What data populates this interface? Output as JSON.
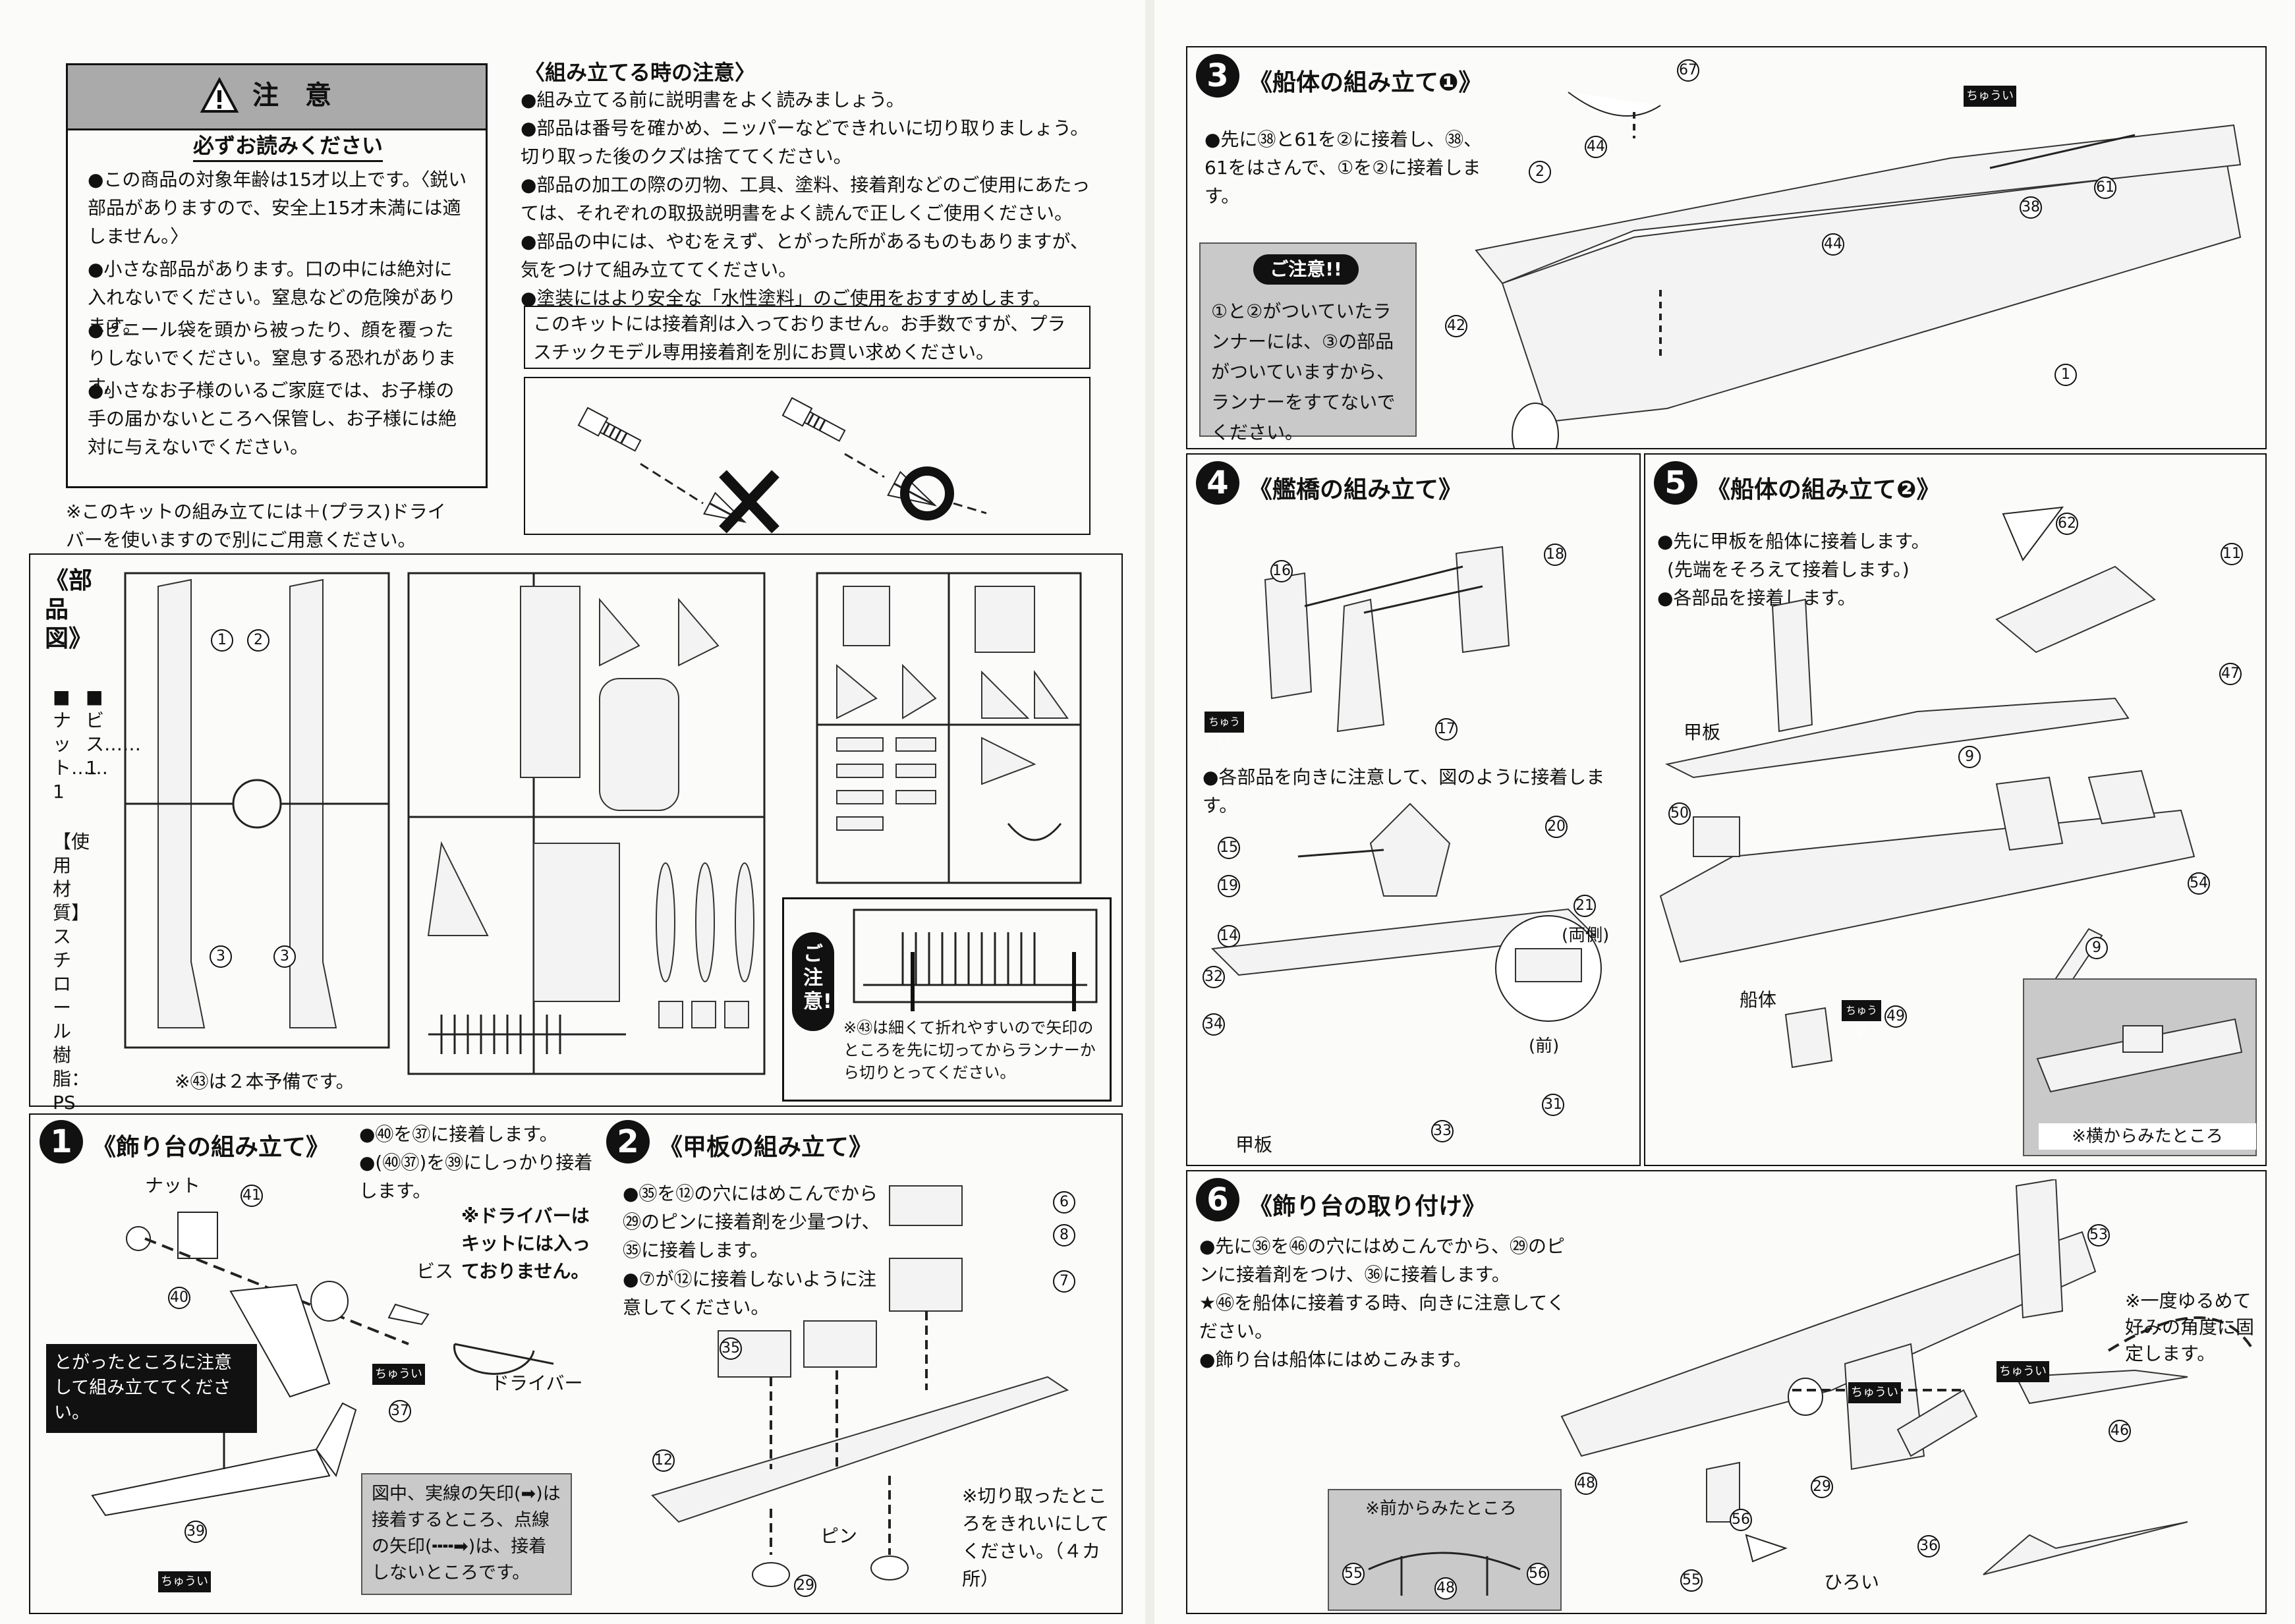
{
  "caution_box": {
    "heading": "注　意",
    "subheading": "必ずお読みください",
    "items": [
      "●この商品の対象年齢は15才以上です。〈鋭い部品がありますので、安全上15才未満には適しません。〉",
      "●小さな部品があります。口の中には絶対に入れないでください。窒息などの危険があります。",
      "●ビニール袋を頭から被ったり、顔を覆ったりしないでください。窒息する恐れがあります。",
      "●小さなお子様のいるご家庭では、お子様の手の届かないところへ保管し、お子様には絶対に与えないでください。"
    ],
    "driver_note": "※このキットの組み立てには＋(プラス)ドライバーを使いますので別にご用意ください。"
  },
  "assembly_notes": {
    "heading": "〈組み立てる時の注意〉",
    "items": [
      "●組み立てる前に説明書をよく読みましょう。",
      "●部品は番号を確かめ、ニッパーなどできれいに切り取りましょう。切り取った後のクズは捨ててください。",
      "●部品の加工の際の刃物、工具、塗料、接着剤などのご使用にあたっては、それぞれの取扱説明書をよく読んで正しくご使用ください。",
      "●部品の中には、やむをえず、とがった所があるものもありますが、気をつけて組み立ててください。",
      "●塗装にはより安全な「水性塗料」のご使用をおすすめします。"
    ],
    "glue_note": "このキットには接着剤は入っておりません。お手数ですが、プラスチックモデル専用接着剤を別にお買い求めください。"
  },
  "parts_list": {
    "title": "《部品図》",
    "screw": "■ビス……1",
    "nut": "■ナット……1",
    "material": "【使用材質】スチロール樹脂：PS",
    "spare_note": "※㊸は２本予備です。",
    "caution_label": "ご注意!!",
    "caution_text": "※㊸は細くて折れやすいので矢印のところを先に切ってからランナーから切りとってください。"
  },
  "step1": {
    "number": "1",
    "title": "《飾り台の組み立て》",
    "lines": [
      "●㊵を㊲に接着します。",
      "●(㊵㊲)を㊴にしっかり接着します。"
    ],
    "driver_warning": "※ドライバーはキットには入っておりません。",
    "labels": {
      "nut": "ナット",
      "screw": "ビス",
      "driver": "ドライバー"
    },
    "sharp_note": "とがったところに注意して組み立ててください。",
    "arrow_legend": "図中、実線の矢印(➡)は接着するところ、点線の矢印(╍╍➡)は、接着しないところです。"
  },
  "step2": {
    "number": "2",
    "title": "《甲板の組み立て》",
    "lines": [
      "●㉟を⑫の穴にはめこんでから㉙のピンに接着剤を少量つけ、㉟に接着します。",
      "●⑦が⑫に接着しないように注意してください。"
    ],
    "pin_label": "ピン",
    "cut_note": "※切り取ったところをきれいにしてください。（４カ所）"
  },
  "step3": {
    "number": "3",
    "title": "《船体の組み立て❶》",
    "lines": [
      "●先に㊳と61を②に接着し、㊳、61をはさんで、①を②に接着します。"
    ],
    "caution_label": "ご注意!!",
    "caution_text": "①と②がついていたランナーには、③の部品がついていますから、ランナーをすてないでください。"
  },
  "step4": {
    "number": "4",
    "title": "《艦橋の組み立て》",
    "lines": [
      "●各部品を向きに注意して、図のように接着します。"
    ],
    "labels": {
      "both_sides": "(両側)",
      "front": "(前)",
      "deck": "甲板"
    }
  },
  "step5": {
    "number": "5",
    "title": "《船体の組み立て❷》",
    "lines": [
      "●先に甲板を船体に接着します。",
      "(先端をそろえて接着します。)",
      "●各部品を接着します。"
    ],
    "labels": {
      "deck": "甲板",
      "hull": "船体"
    },
    "side_view": "※横からみたところ"
  },
  "step6": {
    "number": "6",
    "title": "《飾り台の取り付け》",
    "lines": [
      "●先に㊱を㊻の穴にはめこんでから、㉙のピンに接着剤をつけ、㊱に接着します。",
      "★㊻を船体に接着する時、向きに注意してください。",
      "●飾り台は船体にはめこみます。"
    ],
    "angle_note": "※一度ゆるめて好みの角度に固定します。",
    "front_view": "※前からみたところ",
    "wide_label": "ひろい"
  },
  "chui": "ちゅうい"
}
